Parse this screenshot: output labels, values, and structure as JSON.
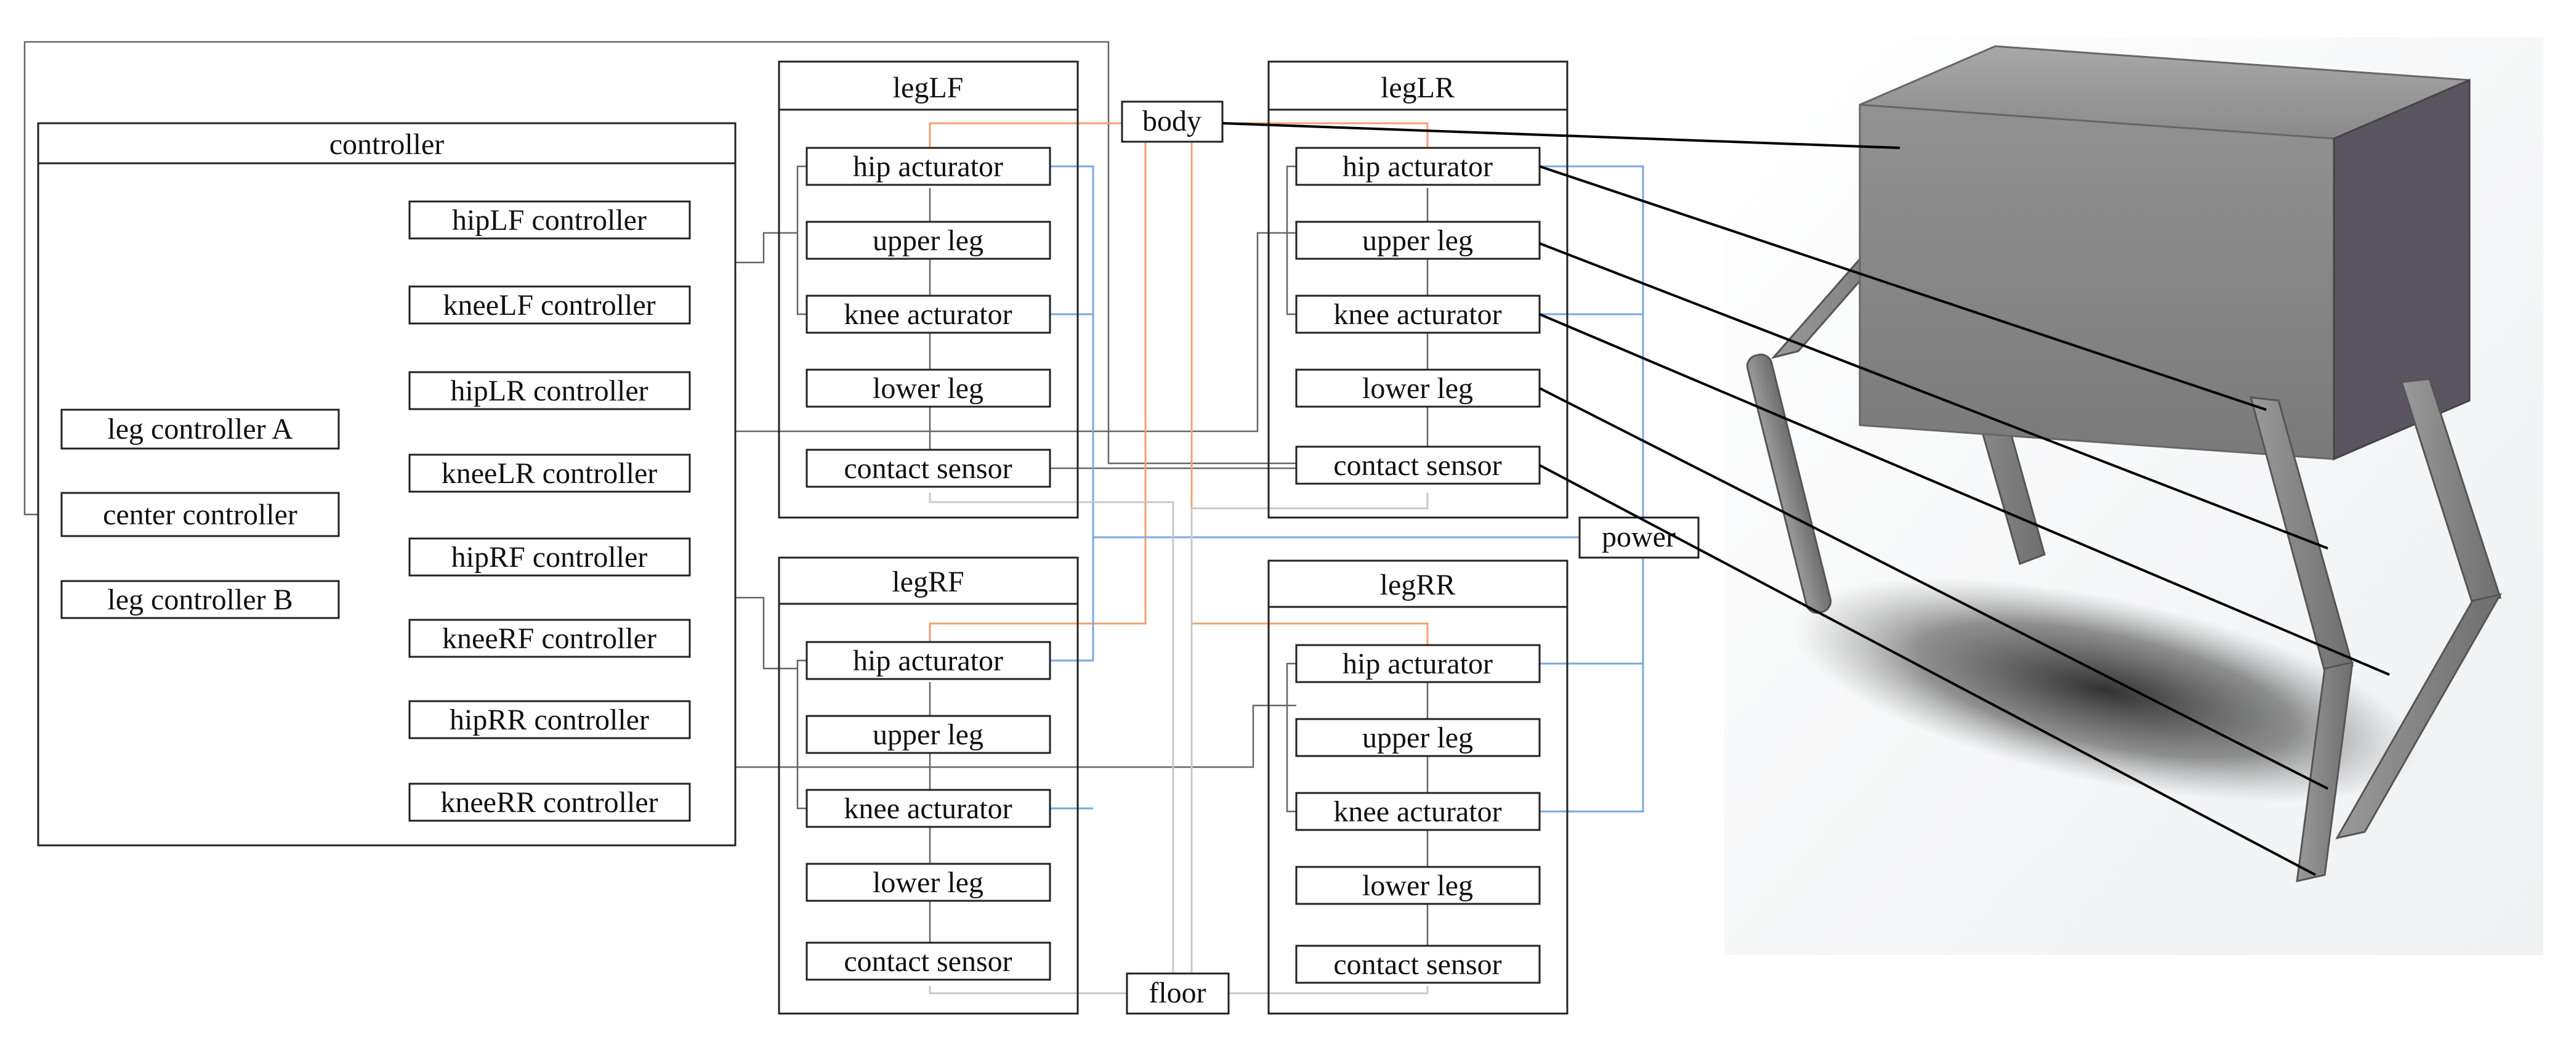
{
  "controller": {
    "title": "controller",
    "leg_controller_a": "leg controller A",
    "center_controller": "center controller",
    "leg_controller_b": "leg controller B",
    "joint_controllers": [
      "hipLF controller",
      "kneeLF controller",
      "hipLR controller",
      "kneeLR controller",
      "hipRF controller",
      "kneeRF controller",
      "hipRR controller",
      "kneeRR controller"
    ]
  },
  "legs": [
    {
      "title": "legLF",
      "parts": [
        "hip acturator",
        "upper leg",
        "knee acturator",
        "lower leg",
        "contact sensor"
      ]
    },
    {
      "title": "legLR",
      "parts": [
        "hip acturator",
        "upper leg",
        "knee acturator",
        "lower leg",
        "contact sensor"
      ]
    },
    {
      "title": "legRF",
      "parts": [
        "hip acturator",
        "upper leg",
        "knee acturator",
        "lower leg",
        "contact sensor"
      ]
    },
    {
      "title": "legRR",
      "parts": [
        "hip acturator",
        "upper leg",
        "knee acturator",
        "lower leg",
        "contact sensor"
      ]
    }
  ],
  "body_label": "body",
  "power_label": "power",
  "floor_label": "floor",
  "colors": {
    "body_link": "#f2a070",
    "power_link": "#7ea6e0",
    "floor_link": "#c8c8c8",
    "robot_body": "#8c8c8c",
    "robot_face": "#5a5560"
  }
}
